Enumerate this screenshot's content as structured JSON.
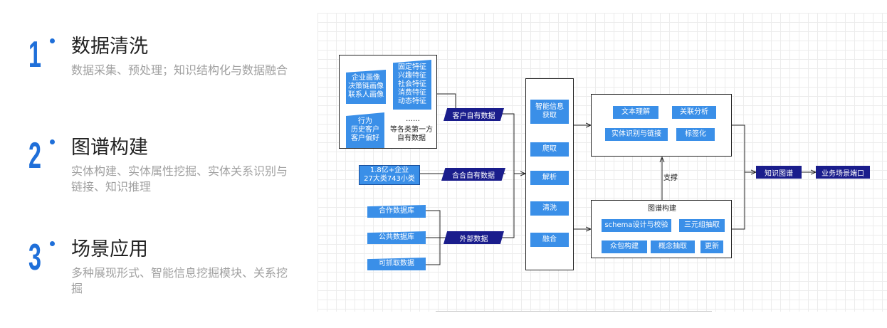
{
  "steps": [
    {
      "number": "1",
      "title": "数据清洗",
      "desc": "数据采集、预处理；知识结构化与数据融合"
    },
    {
      "number": "2",
      "title": "图谱构建",
      "desc": "实体构建、实体属性挖掘、实体关系识别与链接、知识推理"
    },
    {
      "number": "3",
      "title": "场景应用",
      "desc": "多种展现形式、智能信息挖掘模块、关系挖掘"
    }
  ],
  "diagram": {
    "source_box": {
      "portrait": "企业画像\n决策链画像\n联系人画像",
      "features": "固定特征\n兴趣特征\n社会特征\n消费特征\n动态特征",
      "behavior": "行为\n历史客户\n客户偏好",
      "ellipsis": "……",
      "first_party": "等各类第一方\n自有数据"
    },
    "enterprise_count": "1.8亿+企业\n27大类743小类",
    "databases": [
      "合作数据库",
      "公共数据库",
      "可抓取数据"
    ],
    "sources": [
      "客户自有数据",
      "合合自有数据",
      "外部数据"
    ],
    "processing": [
      "智能信息\n获取",
      "爬取",
      "解析",
      "清洗",
      "融合"
    ],
    "analysis": [
      "文本理解",
      "关联分析",
      "实体识别与链接",
      "标签化"
    ],
    "support_label": "支撑",
    "graph_title": "图谱构建",
    "graph_items": [
      "schema设计与校验",
      "三元组抽取",
      "众包构建",
      "概念抽取",
      "更新"
    ],
    "knowledge_graph": "知识图谱",
    "business_port": "业务场景端口"
  },
  "colors": {
    "accent": "#1f6fd9",
    "label_blue": "#3a8fe8",
    "navy": "#1a1d8c"
  }
}
